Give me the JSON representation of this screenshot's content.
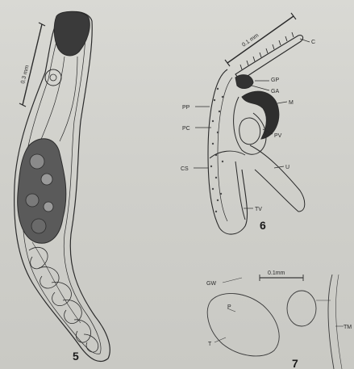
{
  "figures": [
    {
      "number": "5",
      "scale": "0.3 mm"
    },
    {
      "number": "6",
      "scale": "0.1 mm",
      "labels": [
        "C",
        "GP",
        "GA",
        "M",
        "PP",
        "PC",
        "PV",
        "CS",
        "U",
        "TV"
      ]
    },
    {
      "number": "7",
      "scale": "0.1mm",
      "labels": [
        "GW",
        "P",
        "T",
        "TM"
      ]
    }
  ]
}
